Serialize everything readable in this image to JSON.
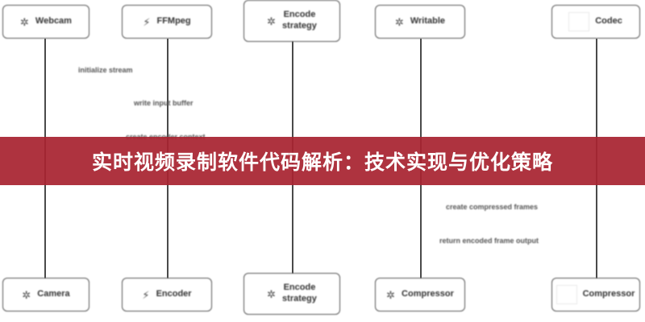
{
  "banner": {
    "title": "实时视频录制软件代码解析：技术实现与优化策略",
    "color": "#a82430"
  },
  "participants_top": [
    {
      "label": "Webcam",
      "icon": "gear-icon"
    },
    {
      "label": "FFMpeg",
      "icon": "bolt-icon"
    },
    {
      "label": "Encode\nstrategy",
      "icon": "gear-icon"
    },
    {
      "label": "Writable",
      "icon": "gear-icon"
    },
    {
      "label": "Codec",
      "icon": "square-icon"
    }
  ],
  "participants_bottom": [
    {
      "label": "Camera",
      "icon": "gear-icon"
    },
    {
      "label": "Encoder",
      "icon": "bolt-icon"
    },
    {
      "label": "Encode\nstrategy",
      "icon": "gear-icon"
    },
    {
      "label": "Compressor",
      "icon": "gear-icon"
    },
    {
      "label": "Compressor",
      "icon": "square-icon"
    }
  ],
  "messages": [
    "initialize stream",
    "write input buffer",
    "create encoder context",
    "create compressed frames",
    "return encoded frame output"
  ]
}
